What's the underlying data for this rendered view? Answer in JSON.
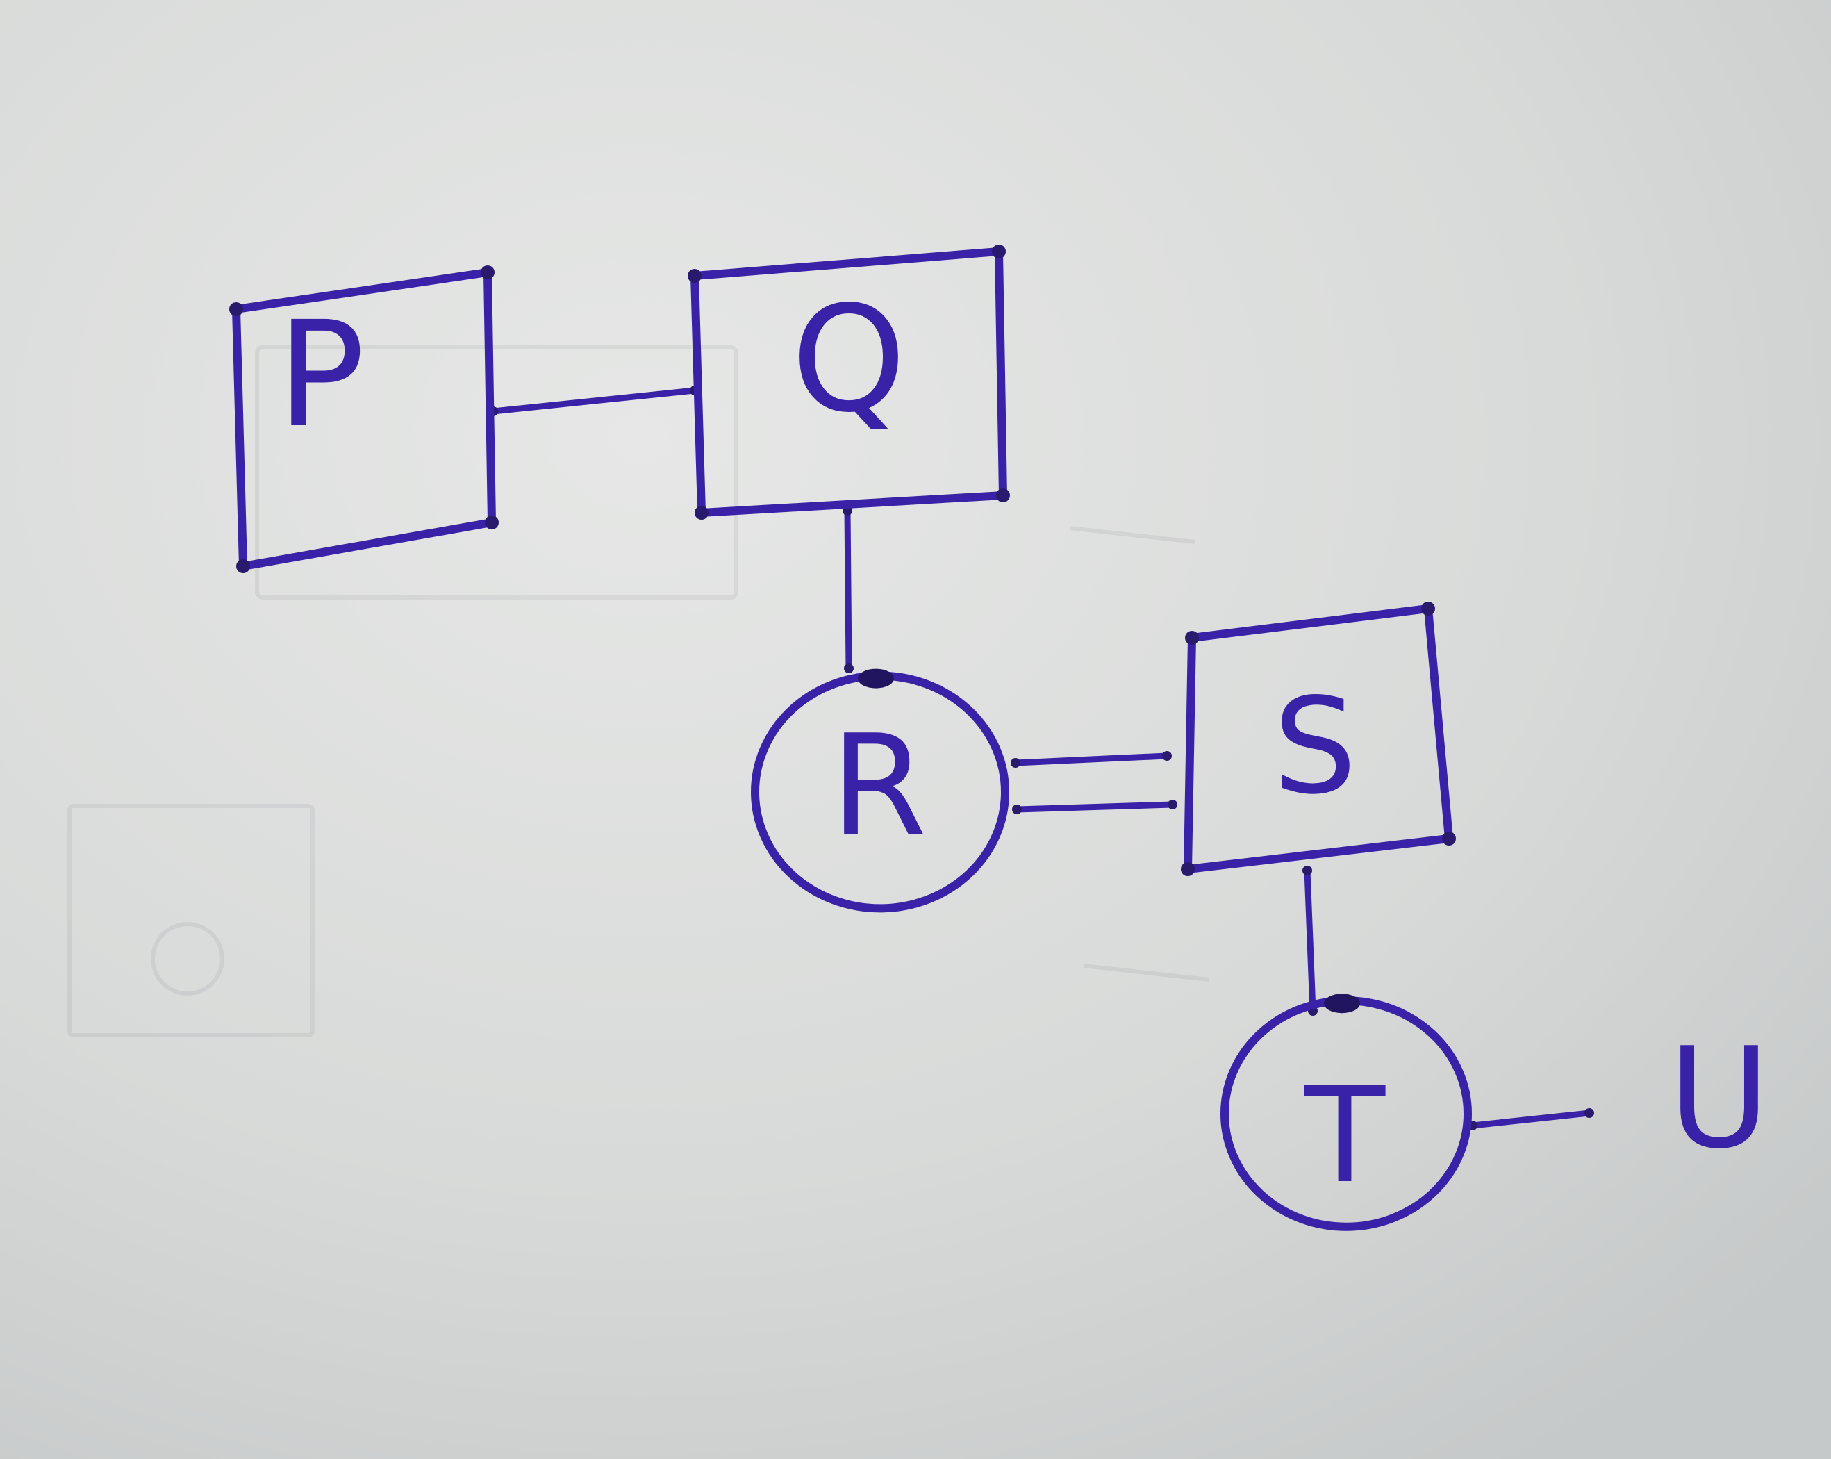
{
  "diagram": {
    "ink_color": "#3a22a8",
    "paper_color": "#d9dbdb",
    "nodes": [
      {
        "id": "P",
        "label": "P",
        "shape": "square"
      },
      {
        "id": "Q",
        "label": "Q",
        "shape": "square"
      },
      {
        "id": "R",
        "label": "R",
        "shape": "circle"
      },
      {
        "id": "S",
        "label": "S",
        "shape": "square"
      },
      {
        "id": "T",
        "label": "T",
        "shape": "circle"
      },
      {
        "id": "U",
        "label": "U",
        "shape": "none"
      }
    ],
    "edges": [
      {
        "from": "P",
        "to": "Q",
        "type": "single"
      },
      {
        "from": "Q",
        "to": "R",
        "type": "single"
      },
      {
        "from": "R",
        "to": "S",
        "type": "double"
      },
      {
        "from": "S",
        "to": "T",
        "type": "single"
      },
      {
        "from": "T",
        "to": "U",
        "type": "single"
      }
    ]
  }
}
